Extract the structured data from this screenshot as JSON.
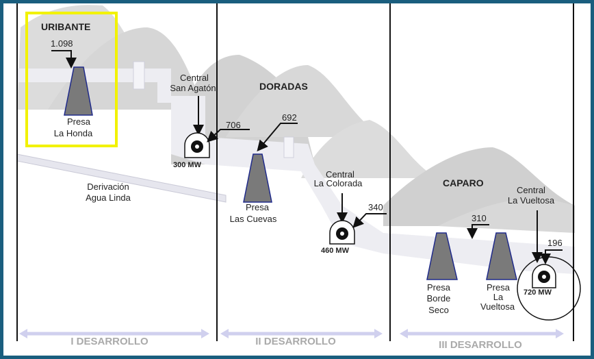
{
  "colors": {
    "frame": "#1a5e7e",
    "highlight": "#f2f200",
    "mountain_dark": "#d4d4d4",
    "mountain_light": "#e4e4e4",
    "dam": "#7a7a7a",
    "dam_outline": "#1f2a8a",
    "stage_arrow": "#d0d0ee"
  },
  "regions": {
    "uribante": "URIBANTE",
    "doradas": "DORADAS",
    "caparo": "CAPARO"
  },
  "elevations": {
    "la_honda": "1.098",
    "san_agaton": "706",
    "las_cuevas": "692",
    "la_colorada": "340",
    "borde_seco": "310",
    "la_vueltosa": "196"
  },
  "dams": {
    "la_honda": [
      "Presa",
      "La Honda"
    ],
    "las_cuevas": [
      "Presa",
      "Las Cuevas"
    ],
    "borde_seco": [
      "Presa",
      "Borde",
      "Seco"
    ],
    "la_vueltosa": [
      "Presa",
      "La",
      "Vueltosa"
    ]
  },
  "stations": {
    "san_agaton": {
      "name": [
        "Central",
        "San Agatón"
      ],
      "power": "300 MW"
    },
    "la_colorada": {
      "name": [
        "Central",
        "La Colorada"
      ],
      "power": "460 MW"
    },
    "la_vueltosa": {
      "name": [
        "Central",
        "La Vueltosa"
      ],
      "power": "720 MW"
    }
  },
  "derivation": [
    "Derivación",
    "Agua Linda"
  ],
  "stages": [
    "I DESARROLLO",
    "II DESARROLLO",
    "III DESARROLLO"
  ]
}
